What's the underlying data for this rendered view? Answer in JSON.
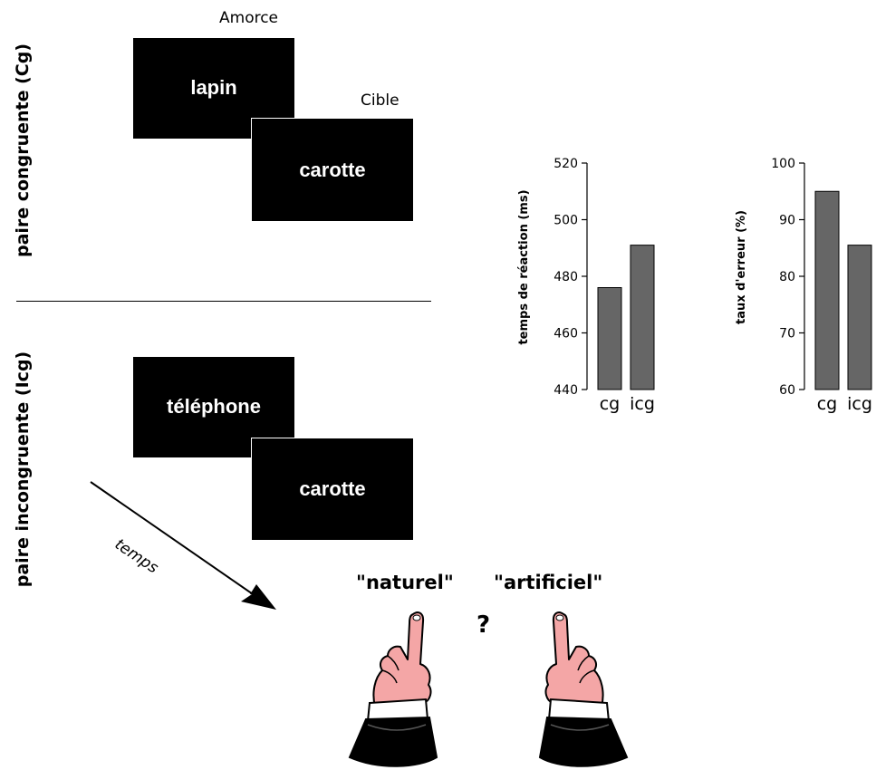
{
  "rows": {
    "congruent_label": "paire congruente (Cg)",
    "incongruent_label": "paire incongruente (Icg)"
  },
  "stimuli": {
    "prime_caption": "Amorce",
    "target_caption": "Cible",
    "congruent_prime": "lapin",
    "congruent_target": "carotte",
    "incongruent_prime": "téléphone",
    "incongruent_target": "carotte"
  },
  "time_label": "temps",
  "response": {
    "left_choice": "\"naturel\"",
    "right_choice": "\"artificiel\"",
    "question": "?"
  },
  "colors": {
    "bar": "#666666",
    "skin": "#f4a6a6",
    "box": "#000000"
  },
  "chart_data": [
    {
      "type": "bar",
      "ylabel": "temps de réaction (ms)",
      "categories": [
        "cg",
        "icg"
      ],
      "values": [
        476,
        491
      ],
      "ylim": [
        440,
        520
      ],
      "yticks": [
        440,
        460,
        480,
        500,
        520
      ]
    },
    {
      "type": "bar",
      "ylabel": "taux d'erreur (%)",
      "categories": [
        "cg",
        "icg"
      ],
      "values": [
        95,
        85.5
      ],
      "ylim": [
        60,
        100
      ],
      "yticks": [
        60,
        70,
        80,
        90,
        100
      ]
    }
  ]
}
